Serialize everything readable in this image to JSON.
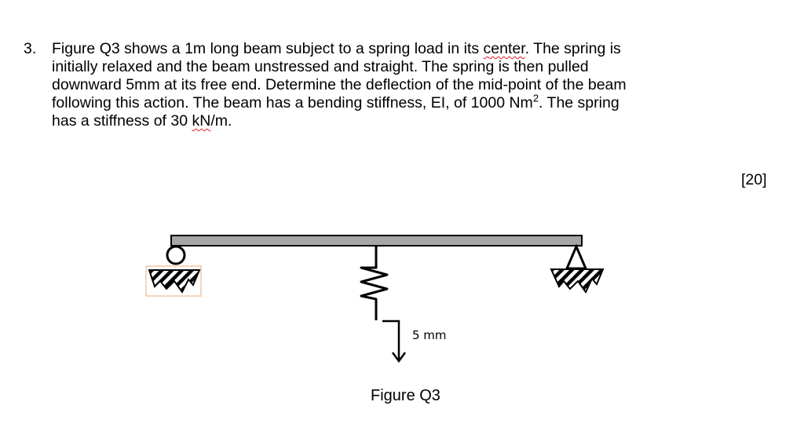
{
  "question": {
    "number": "3.",
    "lines": [
      [
        "Figure Q3 shows a 1m long beam subject to a spring load in its ",
        "center",
        ". The spring is"
      ],
      [
        "initially relaxed and the beam unstressed and straight. The spring is then pulled"
      ],
      [
        "downward 5mm at its free end. Determine the deflection of the mid-point of the beam"
      ],
      [
        "following this action. The beam has a bending stiffness, EI, of 1000 Nm",
        "2",
        ". The spring"
      ],
      [
        "has a stiffness of 30 ",
        "kN",
        "/m."
      ]
    ],
    "marks": "[20]"
  },
  "figure": {
    "spring_displacement_label": "5 mm",
    "caption": "Figure Q3",
    "colors": {
      "beam_fill": "#a6a6a6",
      "stroke": "#000000",
      "selection_box": "#f0c8a8"
    }
  }
}
